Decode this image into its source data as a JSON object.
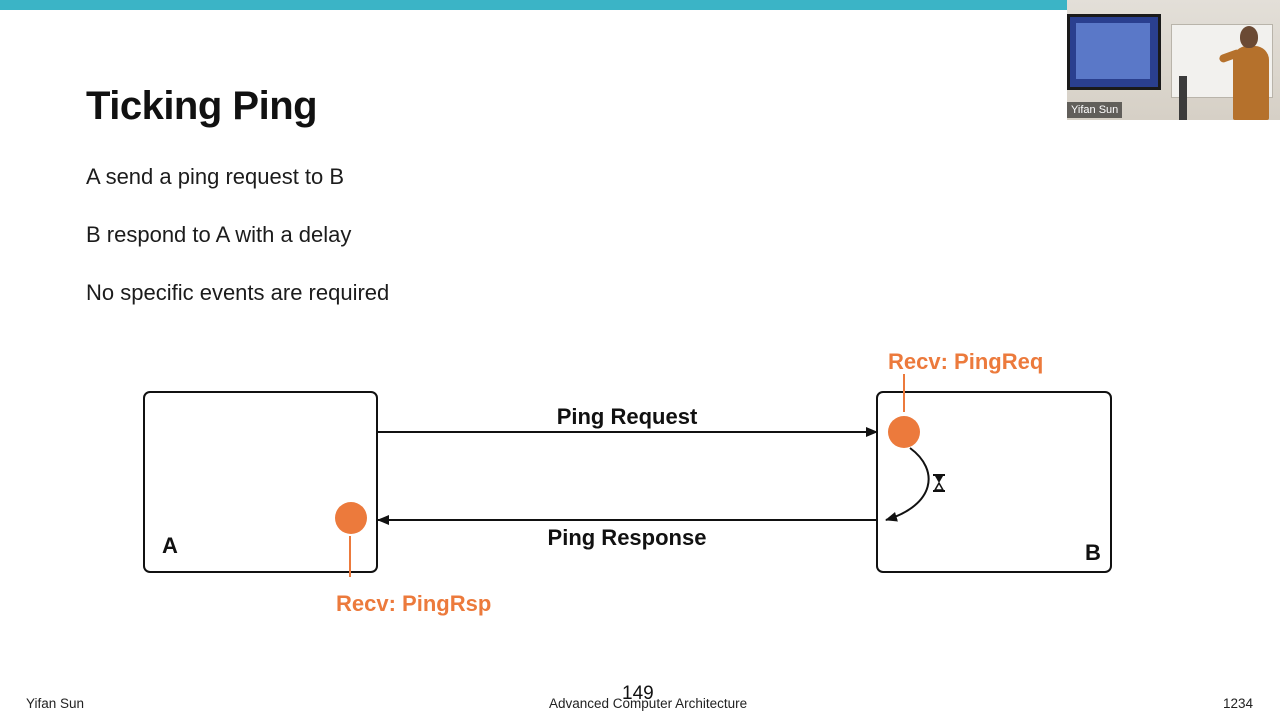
{
  "slide": {
    "title": "Ticking Ping",
    "bullets": [
      "A send a ping request to B",
      "B respond to A with a delay",
      "No specific events are required"
    ]
  },
  "diagram": {
    "node_a_label": "A",
    "node_b_label": "B",
    "request_label": "Ping Request",
    "response_label": "Ping Response",
    "recv_req_label": "Recv: PingReq",
    "recv_rsp_label": "Recv: PingRsp",
    "event_color": "#ec7a3c",
    "hourglass_icon": "hourglass-icon"
  },
  "footer": {
    "presenter": "Yifan Sun",
    "course": "Advanced Computer Architecture",
    "page": "1234",
    "slide_number": "149"
  },
  "video": {
    "participant_name": "Yifan Sun"
  },
  "colors": {
    "accent_bar": "#3bb4c6",
    "event_orange": "#ec7a3c"
  }
}
